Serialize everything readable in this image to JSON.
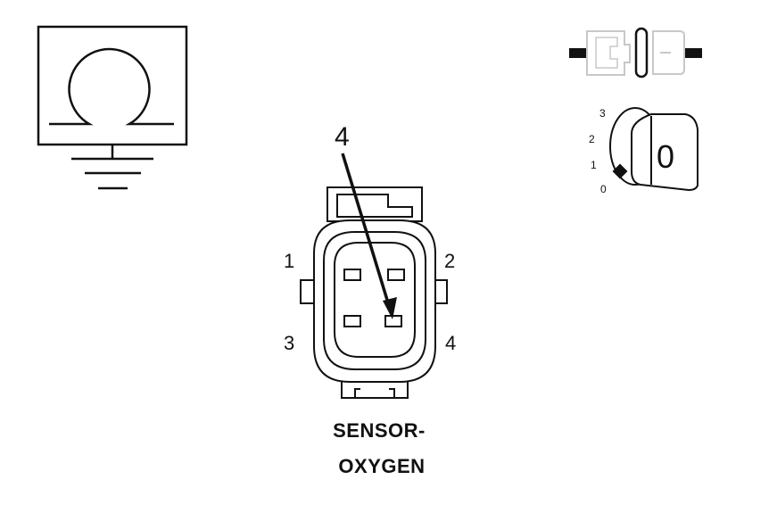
{
  "connector": {
    "callout": "4",
    "pins": [
      "1",
      "2",
      "3",
      "4"
    ]
  },
  "key_switch": {
    "positions": [
      "3",
      "2",
      "1",
      "0"
    ],
    "face_label": "0"
  },
  "caption": {
    "line1": "SENSOR-",
    "line2": "OXYGEN"
  },
  "colors": {
    "stroke": "#111111",
    "light_stroke": "#c8c8c8",
    "background": "#ffffff"
  }
}
